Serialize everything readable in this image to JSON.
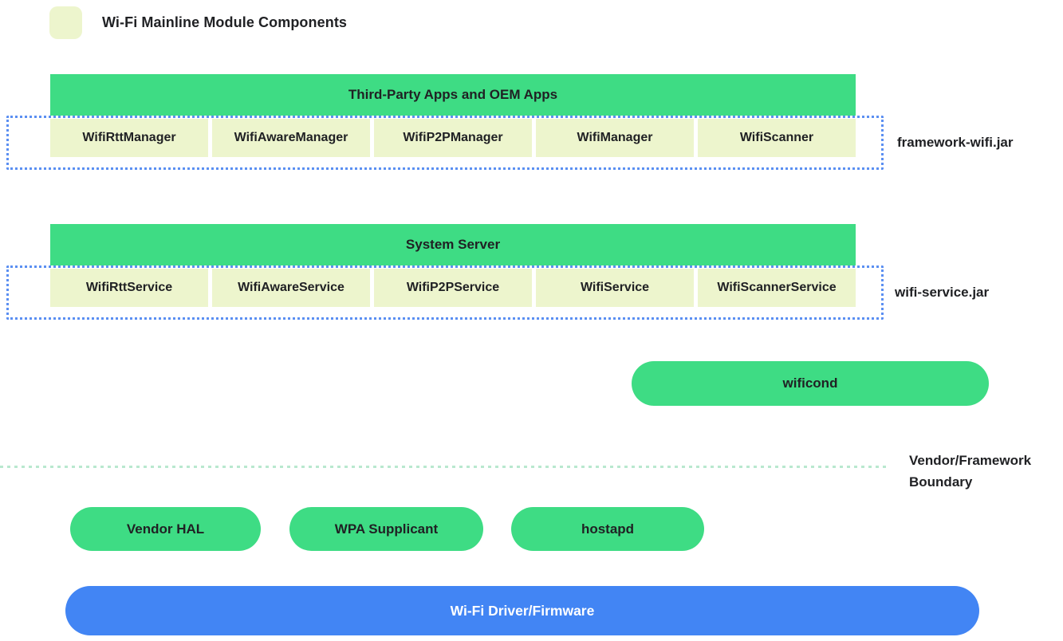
{
  "legend": {
    "title": "Wi-Fi Mainline Module Components"
  },
  "colors": {
    "module_green": "#3edc84",
    "component_pale": "#edf5cd",
    "driver_blue": "#4285f4",
    "jar_border_blue": "#5b8ff2",
    "boundary_green": "#b9e8cf",
    "text": "#202124"
  },
  "sections": [
    {
      "header": "Third-Party Apps and OEM Apps",
      "boxes": [
        "WifiRttManager",
        "WifiAwareManager",
        "WifiP2PManager",
        "WifiManager",
        "WifiScanner"
      ],
      "jar_label": "framework-wifi.jar"
    },
    {
      "header": "System Server",
      "boxes": [
        "WifiRttService",
        "WifiAwareService",
        "WifiP2PService",
        "WifiService",
        "WifiScannerService"
      ],
      "jar_label": "wifi-service.jar"
    }
  ],
  "wificond": {
    "label": "wificond"
  },
  "boundary": {
    "label_line1": "Vendor/Framework",
    "label_line2": "Boundary"
  },
  "vendor_pills": [
    {
      "label": "Vendor HAL"
    },
    {
      "label": "WPA Supplicant"
    },
    {
      "label": "hostapd"
    }
  ],
  "driver_bar": {
    "label": "Wi-Fi Driver/Firmware"
  }
}
